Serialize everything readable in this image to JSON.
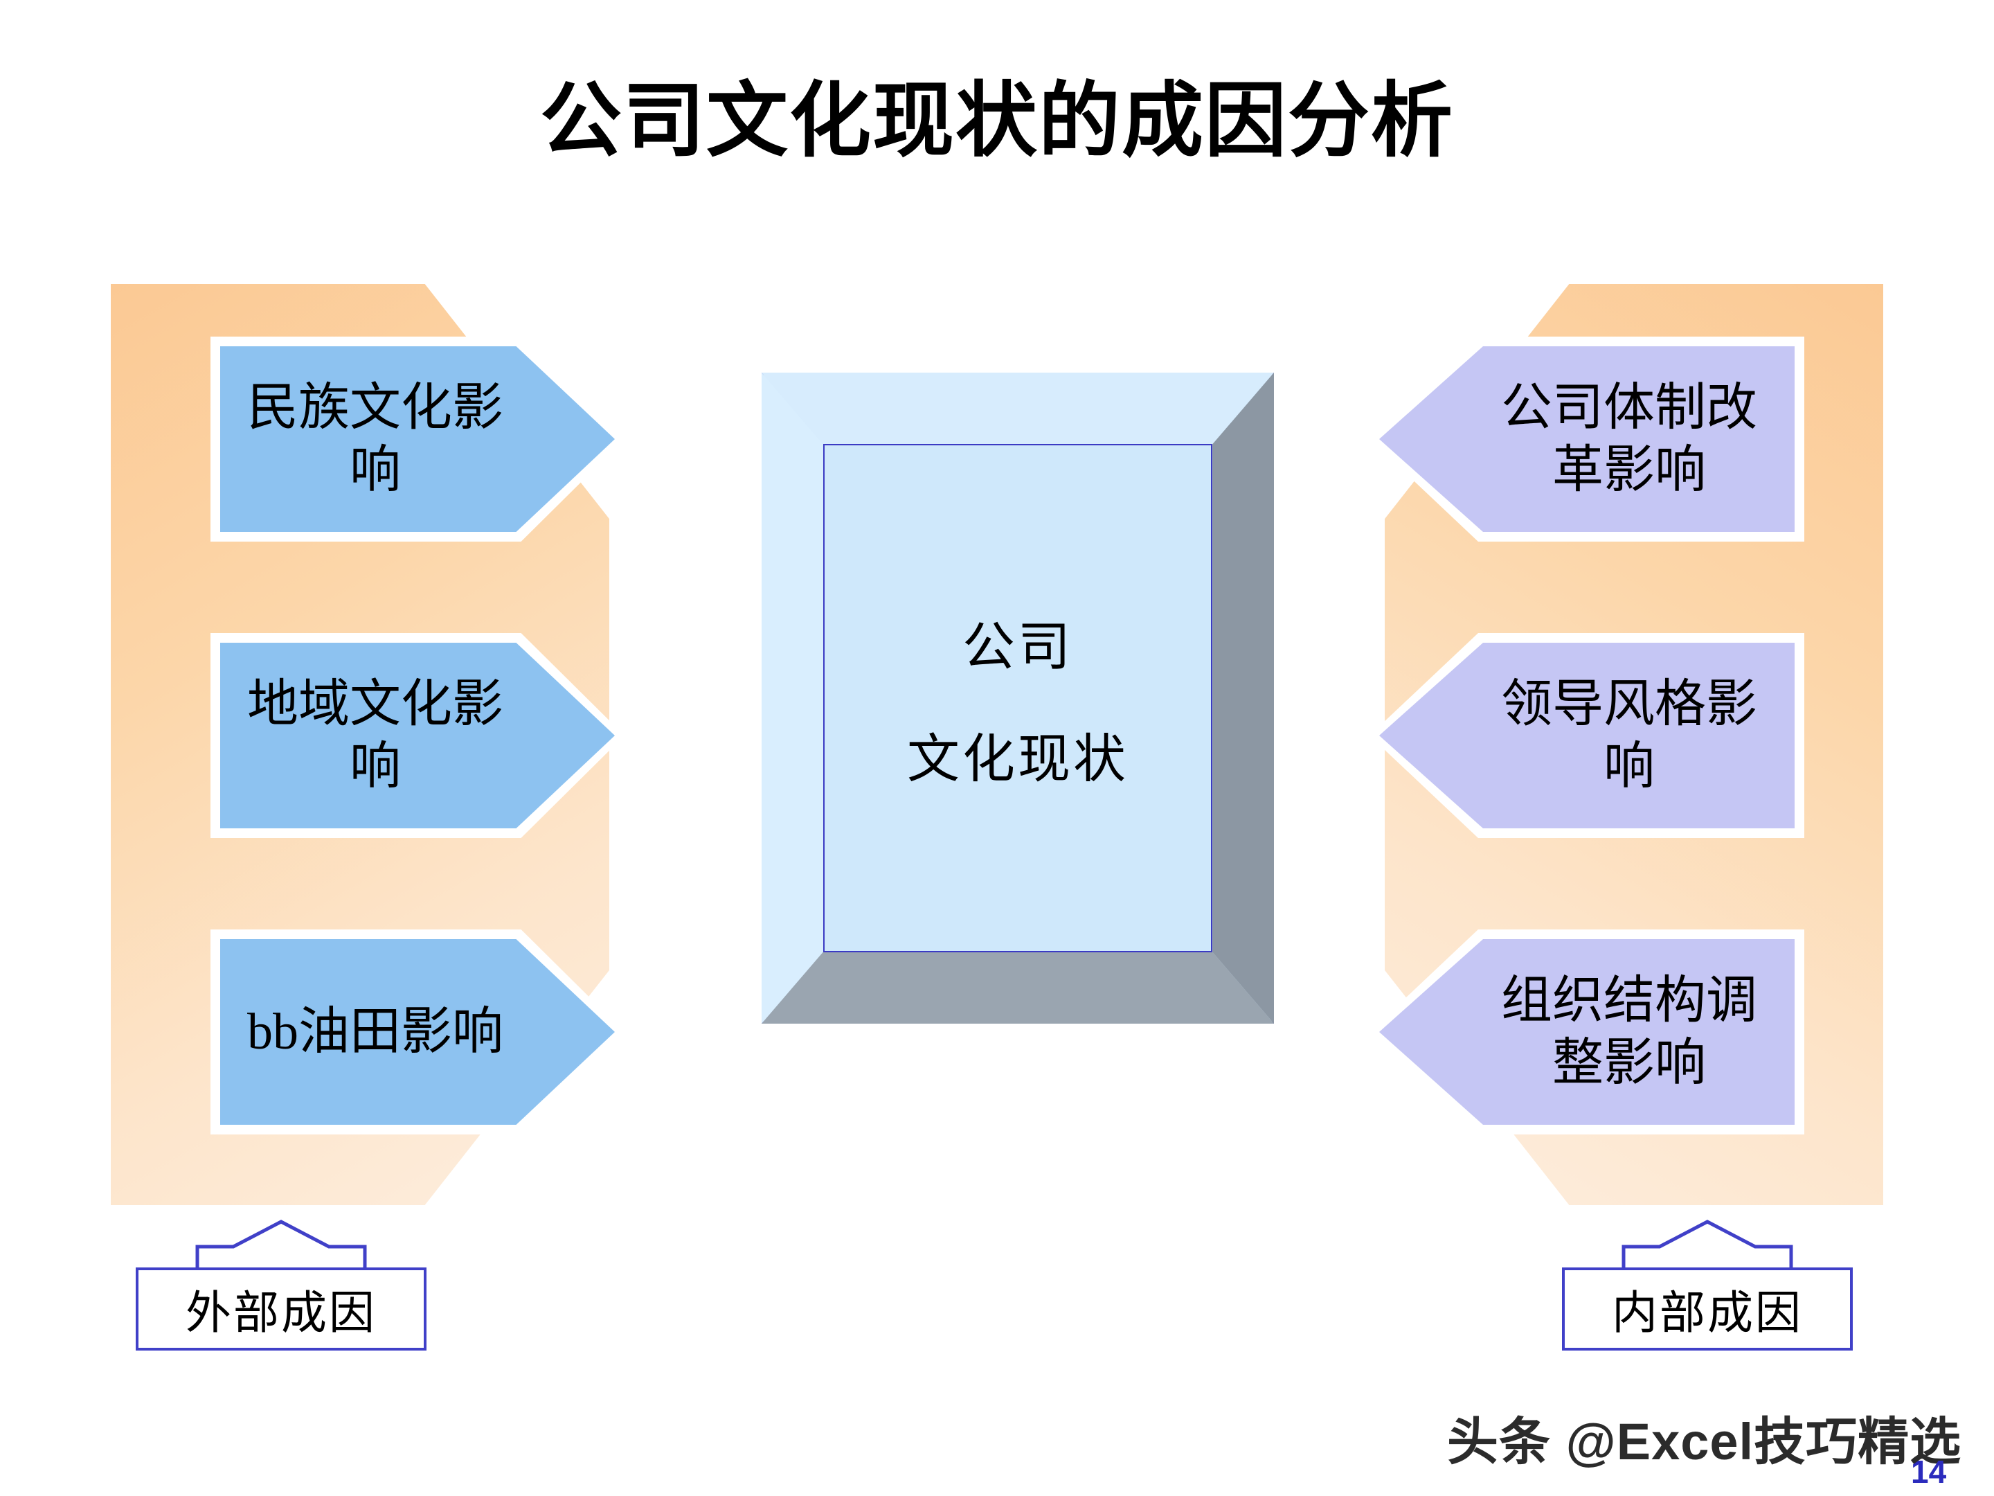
{
  "slide": {
    "title": "公司文化现状的成因分析",
    "page_number": "14",
    "watermark": "头条 @Excel技巧精选"
  },
  "colors": {
    "panel_orange_dark": "#FBC994",
    "panel_orange_light": "#FDEEDF",
    "arrow_blue": "#8DC2F0",
    "arrow_purple": "#C5C6F4",
    "frame_fill": "#CFE8FB",
    "frame_border": "#3B3BC4",
    "frame_shadow": "#8C97A3",
    "callout_border": "#4040C8",
    "page_number_color": "#2B2BBD",
    "title_color": "#000000"
  },
  "center": {
    "name": "公司文化现状",
    "line1": "公司",
    "line2": "文化现状"
  },
  "left_group": {
    "label": "外部成因",
    "arrow_direction": "right",
    "items": [
      {
        "text": "民族文化影响"
      },
      {
        "text": "地域文化影响"
      },
      {
        "text": "bb油田影响"
      }
    ]
  },
  "right_group": {
    "label": "内部成因",
    "arrow_direction": "left",
    "items": [
      {
        "text": "公司体制改革影响"
      },
      {
        "text": "领导风格影响"
      },
      {
        "text": "组织结构调整影响"
      }
    ]
  }
}
